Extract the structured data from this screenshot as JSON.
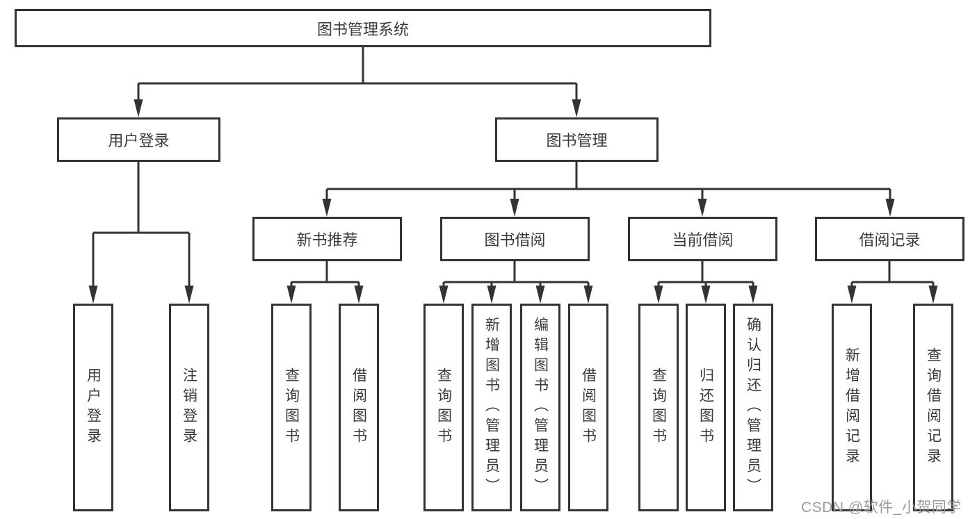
{
  "nodes": {
    "root": "图书管理系统",
    "user_login": {
      "label": "用户登录",
      "children": [
        "用户登录",
        "注销登录"
      ]
    },
    "book_mgmt": {
      "label": "图书管理",
      "children": {
        "new_book": {
          "label": "新书推荐",
          "children": [
            "查询图书",
            "借阅图书"
          ]
        },
        "borrow": {
          "label": "图书借阅",
          "children": [
            "查询图书",
            "新增图书（管理员）",
            "编辑图书（管理员）",
            "借阅图书"
          ]
        },
        "current": {
          "label": "当前借阅",
          "children": [
            "查询图书",
            "归还图书",
            "确认归还（管理员）"
          ]
        },
        "records": {
          "label": "借阅记录",
          "children": [
            "新增借阅记录",
            "查询借阅记录"
          ]
        }
      }
    }
  },
  "watermark": "CSDN @软件_小贺同学",
  "colors": {
    "line": "#333333",
    "text": "#3a3a3a",
    "watermark": "#9b9b9b",
    "background": "#ffffff"
  }
}
